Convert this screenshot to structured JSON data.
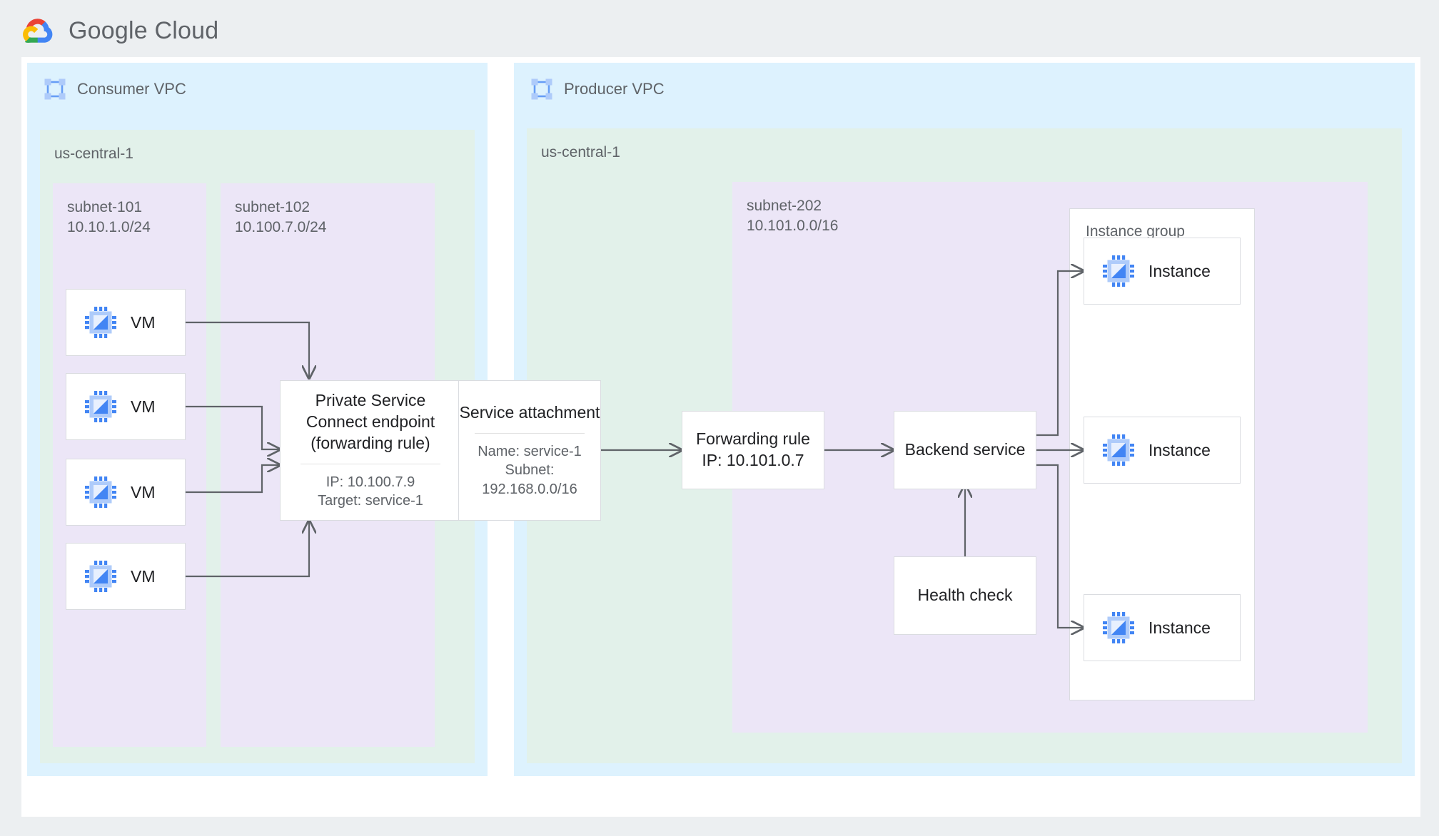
{
  "brand": {
    "name_part1": "Google",
    "name_part2": "Cloud",
    "logo_icon": "google-cloud-logo",
    "colors": {
      "vpc_bg": "#ddf2fe",
      "region_bg": "#e2f1ea",
      "subnet_bg": "#ece6f7",
      "node_bg": "#ffffff",
      "node_border": "#dadce0",
      "connector": "#5f6368",
      "text_primary": "#202124",
      "text_secondary": "#5f6368",
      "page_bg": "#eceff1"
    }
  },
  "consumer": {
    "vpc_label": "Consumer VPC",
    "vpc_icon": "vpc-network-icon",
    "region_label": "us-central-1",
    "subnet_101": {
      "name": "subnet-101",
      "cidr": "10.10.1.0/24"
    },
    "subnet_102": {
      "name": "subnet-102",
      "cidr": "10.100.7.0/24"
    },
    "vms": [
      {
        "label": "VM",
        "icon": "vm-instance-icon"
      },
      {
        "label": "VM",
        "icon": "vm-instance-icon"
      },
      {
        "label": "VM",
        "icon": "vm-instance-icon"
      },
      {
        "label": "VM",
        "icon": "vm-instance-icon"
      }
    ],
    "psc_endpoint": {
      "title_line1": "Private Service",
      "title_line2": "Connect endpoint",
      "title_line3": "(forwarding rule)",
      "detail_line1": "IP: 10.100.7.9",
      "detail_line2": "Target: service-1"
    }
  },
  "producer": {
    "vpc_label": "Producer VPC",
    "vpc_icon": "vpc-network-icon",
    "region_label": "us-central-1",
    "subnet_202": {
      "name": "subnet-202",
      "cidr": "10.101.0.0/16"
    },
    "service_attachment": {
      "title": "Service attachment",
      "detail_line1": "Name: service-1",
      "detail_line2": "Subnet:",
      "detail_line3": "192.168.0.0/16"
    },
    "forwarding_rule": {
      "title_line1": "Forwarding rule",
      "title_line2": "IP: 10.101.0.7"
    },
    "backend_service": {
      "title": "Backend service"
    },
    "health_check": {
      "title": "Health check"
    },
    "instance_group": {
      "label": "Instance group",
      "instances": [
        {
          "label": "Instance",
          "icon": "vm-instance-icon"
        },
        {
          "label": "Instance",
          "icon": "vm-instance-icon"
        },
        {
          "label": "Instance",
          "icon": "vm-instance-icon"
        }
      ]
    }
  }
}
